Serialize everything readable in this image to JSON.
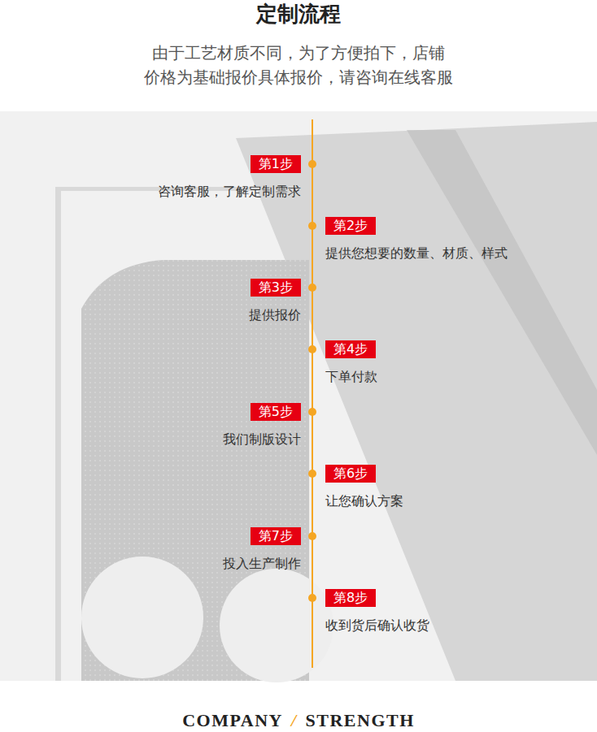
{
  "diagram": {
    "title": "定制流程",
    "nodes": [
      {
        "text": [
          "第1步",
          "咨询客服，了解定制需求"
        ]
      },
      {
        "text": [
          "第2步",
          "提供您想要的数量、材质、样式"
        ]
      },
      {
        "text": [
          "第3步",
          "提供报价"
        ]
      },
      {
        "text": [
          "第4步",
          "下单付款"
        ]
      },
      {
        "text": [
          "第5步",
          "我们制版设计"
        ]
      },
      {
        "text": [
          "第6步",
          "让您确认方案"
        ]
      },
      {
        "text": [
          "第7步",
          "投入生产制作"
        ]
      },
      {
        "text": [
          "第8步",
          "收到货后确认收货"
        ]
      }
    ],
    "labels": [
      "由于工艺材质不同，为了方便拍下，店铺 价格为基础报价具体报价，请咨询在线客服",
      "COMPANY",
      "/",
      "STRENGTH"
    ]
  }
}
